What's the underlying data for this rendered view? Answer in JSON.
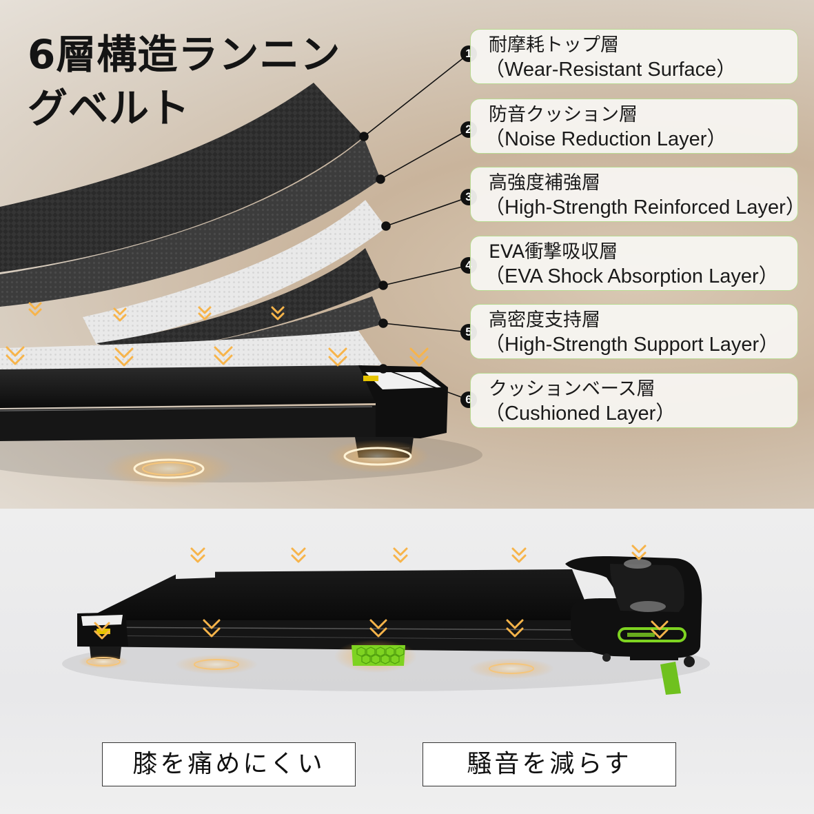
{
  "headline": "6層構造ランニングベルト",
  "layers": [
    {
      "num": "1",
      "jp": "耐摩耗トップ層",
      "en": "（Wear-Resistant Surface）"
    },
    {
      "num": "2",
      "jp": "防音クッション層",
      "en": "（Noise Reduction Layer）"
    },
    {
      "num": "3",
      "jp": "高強度補強層",
      "en": "（High-Strength Reinforced Layer）"
    },
    {
      "num": "4",
      "jp": "EVA衝撃吸収層",
      "en": "（EVA Shock Absorption Layer）"
    },
    {
      "num": "5",
      "jp": "高密度支持層",
      "en": "（High-Strength Support Layer）"
    },
    {
      "num": "6",
      "jp": "クッションベース層",
      "en": "（Cushioned Layer）"
    }
  ],
  "benefits": {
    "knee": "膝を痛めにくい",
    "noise": "騒音を減らす"
  },
  "colors": {
    "accent_green": "#7ed321",
    "glow_orange": "#f2a641",
    "callout_border": "#b7d98f"
  },
  "icons": [
    "down-chevron-icon",
    "glow-ring-icon",
    "number-badge-icon"
  ]
}
